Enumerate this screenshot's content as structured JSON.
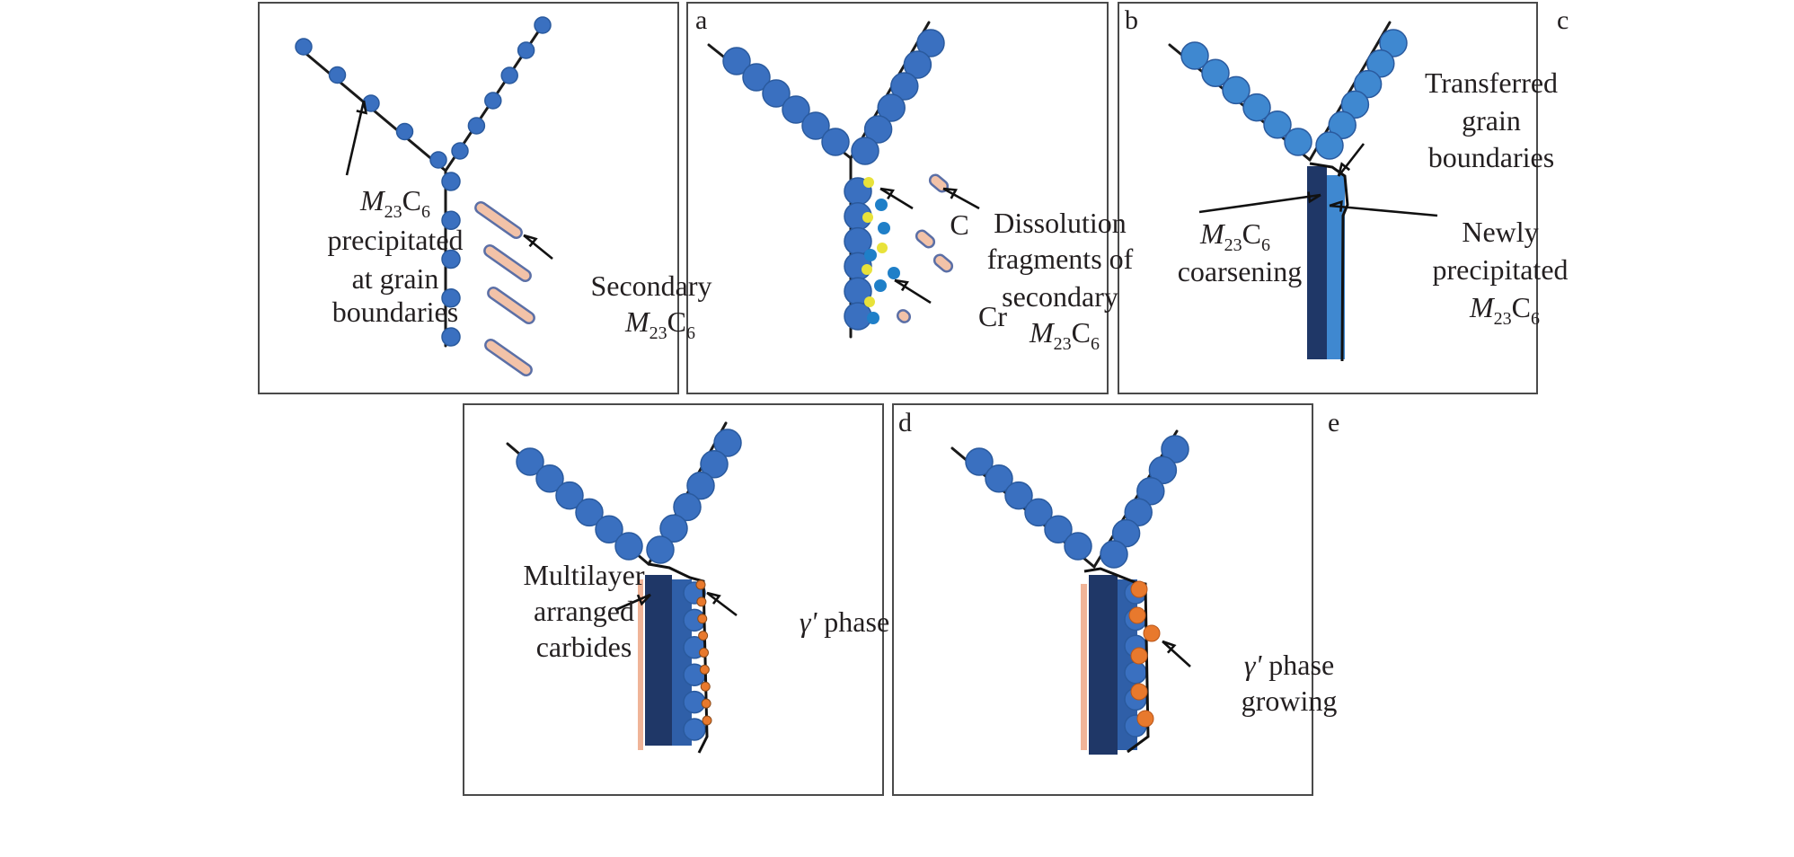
{
  "figure": {
    "panel_labels": [
      "a",
      "b",
      "c",
      "d",
      "e"
    ],
    "colors": {
      "boundary_line": "#1a1a1a",
      "carbide_blue": "#3a70c0",
      "carbide_dark": "#1f3767",
      "carbide_mid": "#2f5fa8",
      "carbide_light": "#3f88d0",
      "secondary_carbide_fill": "#f2c2a8",
      "secondary_carbide_edge": "#5b6fa6",
      "carbon_atom": "#e8e23a",
      "chromium_atom": "#1f7fc8",
      "gamma_prime": "#e8792d",
      "interface_strip": "#f0b498"
    },
    "panels": [
      {
        "id": "panel-1",
        "labels": {
          "m23c6": {
            "M": "M",
            "sub1": "23",
            "C": "C",
            "sub2": "6"
          },
          "m23c6_desc": [
            "precipitated",
            "at grain",
            "boundaries"
          ],
          "secondary": "Secondary",
          "secondary_m23c6": {
            "M": "M",
            "sub1": "23",
            "C": "C",
            "sub2": "6"
          }
        }
      },
      {
        "id": "panel-a",
        "letter": "a",
        "labels": {
          "carbon": "C",
          "chromium": "Cr",
          "dissolution": [
            "Dissolution",
            "fragments of",
            "secondary"
          ],
          "m23c6": {
            "M": "M",
            "sub1": "23",
            "C": "C",
            "sub2": "6"
          }
        }
      },
      {
        "id": "panel-b",
        "letter": "b",
        "labels": {
          "transferred": [
            "Transferred",
            "grain",
            "boundaries"
          ],
          "coarsening_m23c6": {
            "M": "M",
            "sub1": "23",
            "C": "C",
            "sub2": "6"
          },
          "coarsening": "coarsening",
          "newly": [
            "Newly",
            "precipitated"
          ],
          "newly_m23c6": {
            "M": "M",
            "sub1": "23",
            "C": "C",
            "sub2": "6"
          }
        }
      },
      {
        "id": "panel-c",
        "letter": "c",
        "labels": {
          "multilayer": [
            "Multilayer",
            "arranged",
            "carbides"
          ],
          "gamma": "γ'",
          "phase": " phase"
        }
      },
      {
        "id": "panel-d",
        "letter": "d",
        "labels": {
          "gamma": "γ'",
          "phase_growing": [
            " phase",
            "growing"
          ]
        }
      },
      {
        "id": "panel-e",
        "letter": "e"
      }
    ]
  }
}
